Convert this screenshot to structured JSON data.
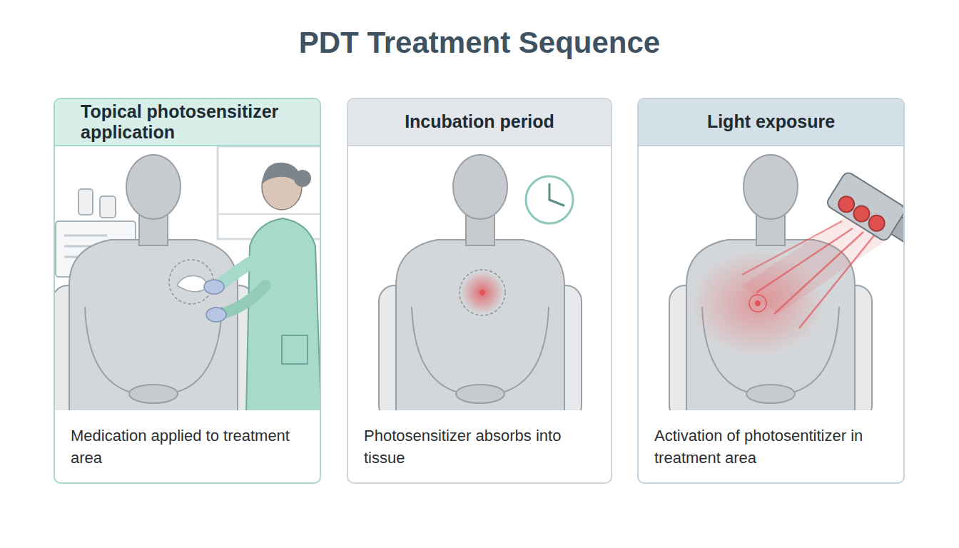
{
  "diagram": {
    "title": "PDT Treatment Sequence",
    "nodes": [
      {
        "text": [
          "Topical photosensitizer application",
          "Medication applied to treatment area"
        ]
      },
      {
        "text": [
          "Incubation period",
          "Photosensitizer absorbs into tissue"
        ]
      },
      {
        "text": [
          "Light exposure",
          "Activation of photosentitizer in treatment area"
        ]
      }
    ]
  }
}
